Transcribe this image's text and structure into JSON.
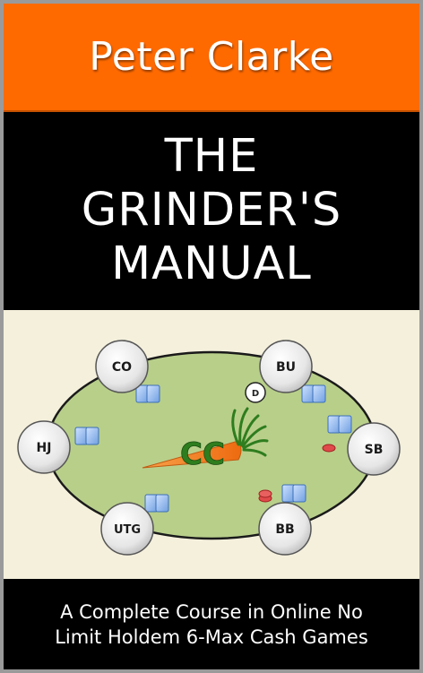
{
  "author": "Peter Clarke",
  "title_lines": [
    "THE",
    "GRINDER'S",
    "MANUAL"
  ],
  "subtitle_lines": [
    "A Complete Course in Online No",
    "Limit Holdem 6-Max Cash Games"
  ],
  "table": {
    "seats": {
      "co": "CO",
      "bu": "BU",
      "hj": "HJ",
      "sb": "SB",
      "utg": "UTG",
      "bb": "BB"
    },
    "dealer_button": "D",
    "logo_text": "CC"
  },
  "colors": {
    "author_band": "#ff6a00",
    "title_band": "#000000",
    "felt": "#b8cf8a",
    "logo_green": "#2e7d1e",
    "carrot": "#f07a1a"
  }
}
